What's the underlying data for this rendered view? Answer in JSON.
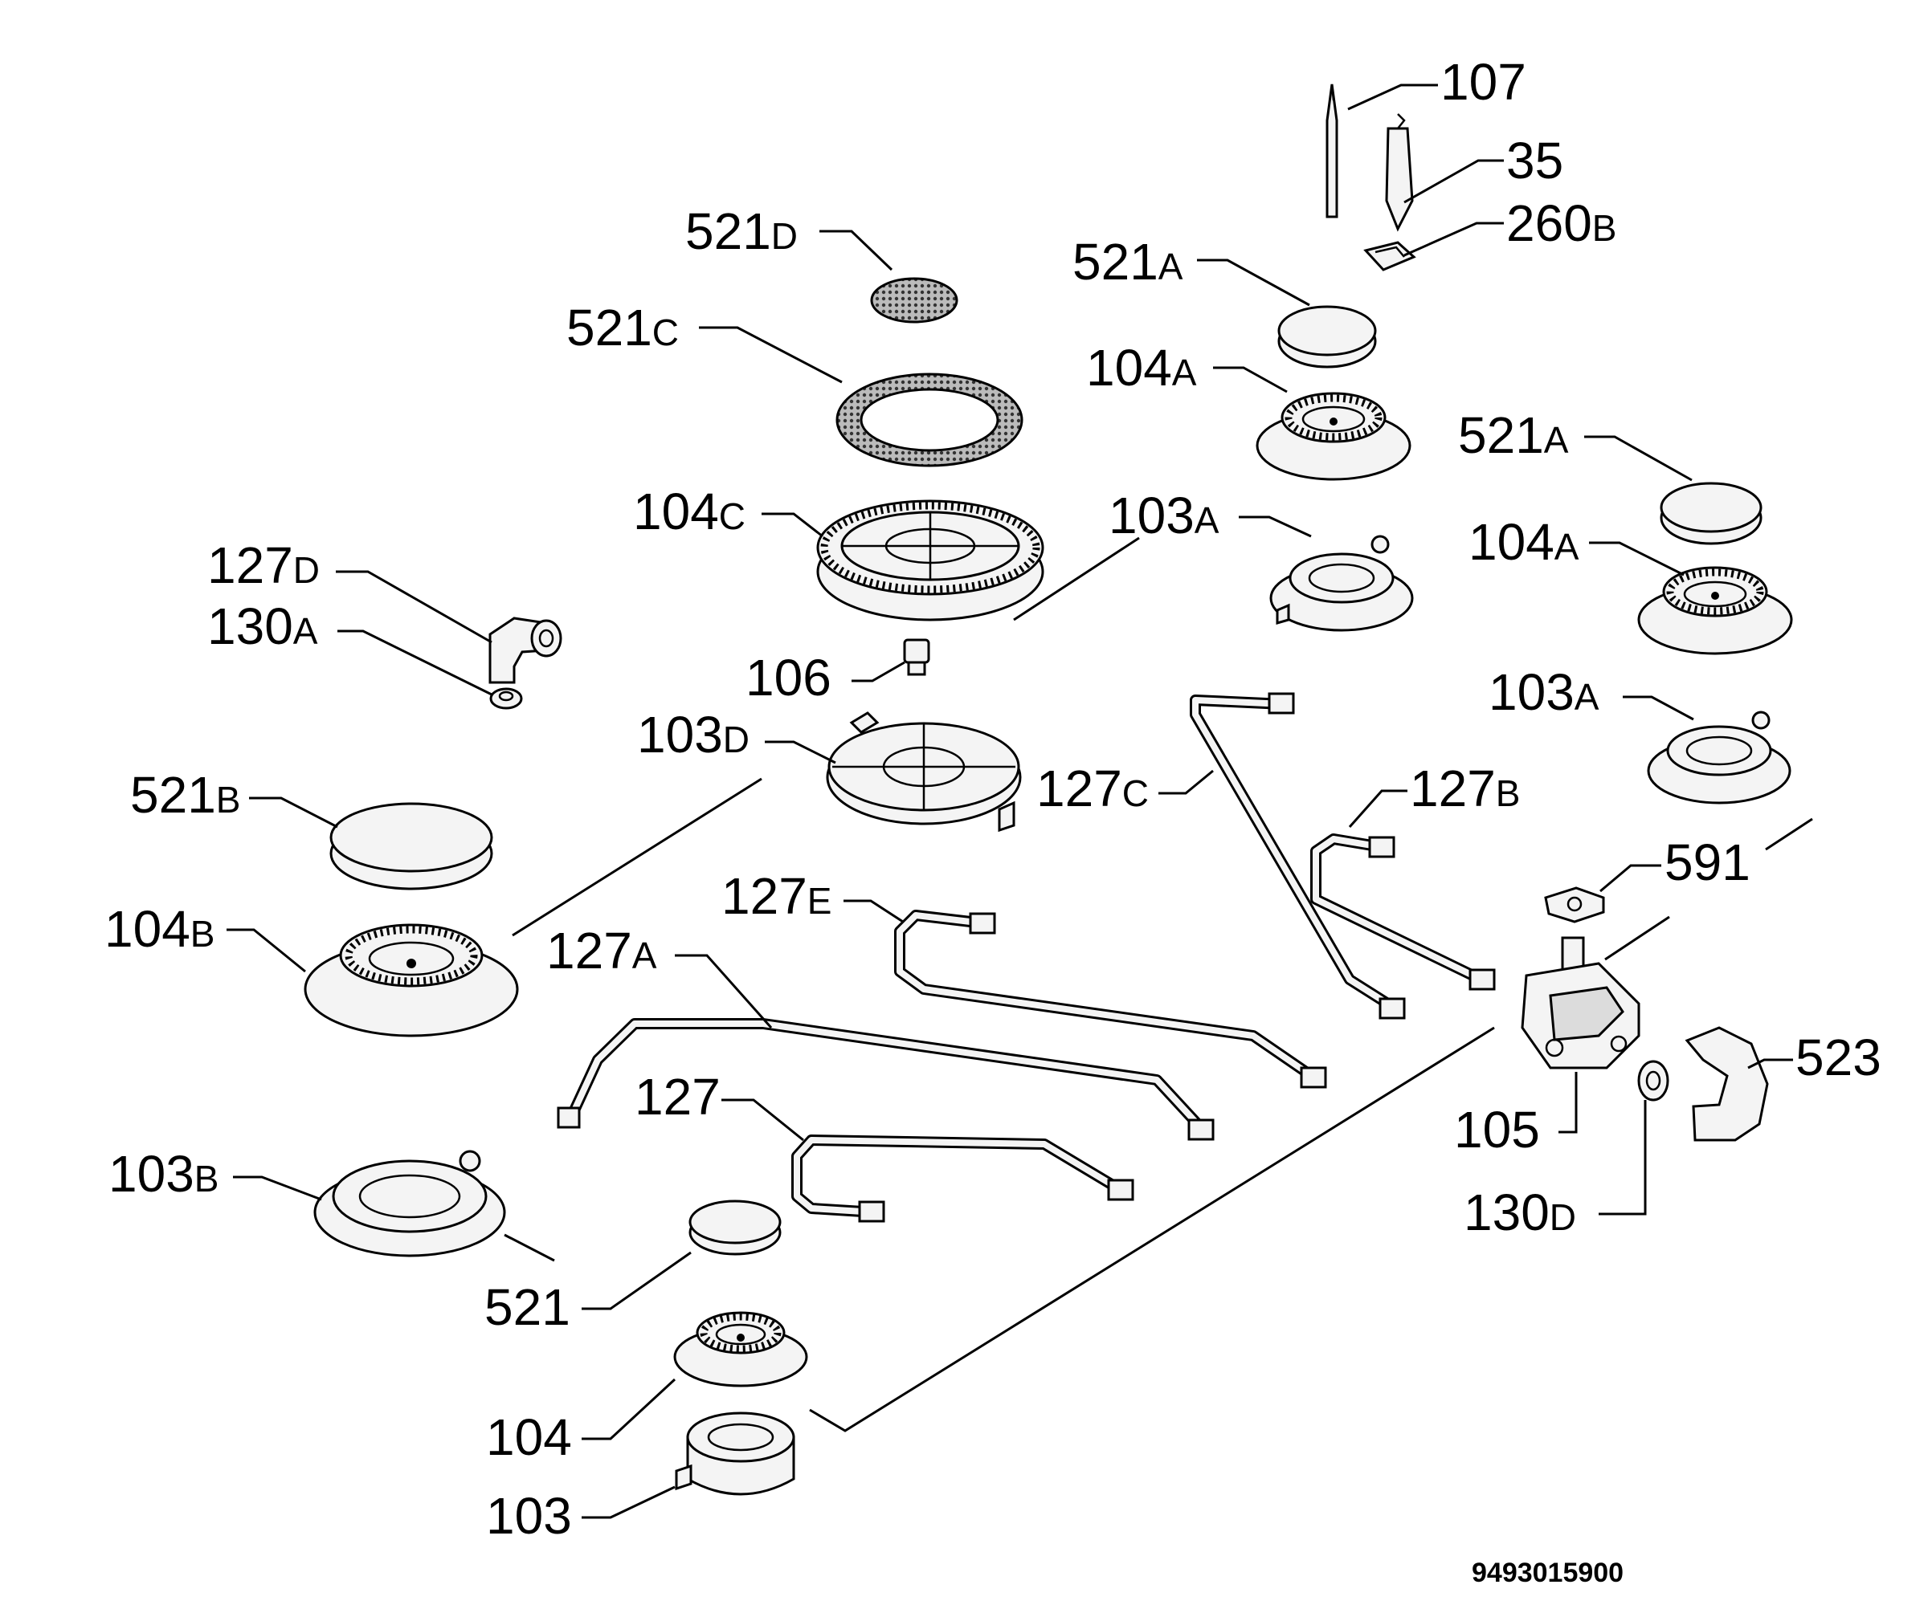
{
  "drawing_number": "9493015900",
  "labels": [
    {
      "id": "l107",
      "num": "107",
      "sfx": ""
    },
    {
      "id": "l35",
      "num": "35",
      "sfx": ""
    },
    {
      "id": "l260b",
      "num": "260",
      "sfx": "B"
    },
    {
      "id": "l521d",
      "num": "521",
      "sfx": "D"
    },
    {
      "id": "l521a1",
      "num": "521",
      "sfx": "A"
    },
    {
      "id": "l521c",
      "num": "521",
      "sfx": "C"
    },
    {
      "id": "l104a1",
      "num": "104",
      "sfx": "A"
    },
    {
      "id": "l521a2",
      "num": "521",
      "sfx": "A"
    },
    {
      "id": "l104c",
      "num": "104",
      "sfx": "C"
    },
    {
      "id": "l103a1",
      "num": "103",
      "sfx": "A"
    },
    {
      "id": "l104a2",
      "num": "104",
      "sfx": "A"
    },
    {
      "id": "l127d",
      "num": "127",
      "sfx": "D"
    },
    {
      "id": "l130a",
      "num": "130",
      "sfx": "A"
    },
    {
      "id": "l106",
      "num": "106",
      "sfx": ""
    },
    {
      "id": "l103a2",
      "num": "103",
      "sfx": "A"
    },
    {
      "id": "l103d",
      "num": "103",
      "sfx": "D"
    },
    {
      "id": "l127c",
      "num": "127",
      "sfx": "C"
    },
    {
      "id": "l127b",
      "num": "127",
      "sfx": "B"
    },
    {
      "id": "l521b",
      "num": "521",
      "sfx": "B"
    },
    {
      "id": "l591",
      "num": "591",
      "sfx": ""
    },
    {
      "id": "l127e",
      "num": "127",
      "sfx": "E"
    },
    {
      "id": "l104b",
      "num": "104",
      "sfx": "B"
    },
    {
      "id": "l127a",
      "num": "127",
      "sfx": "A"
    },
    {
      "id": "l523",
      "num": "523",
      "sfx": ""
    },
    {
      "id": "l127",
      "num": "127",
      "sfx": ""
    },
    {
      "id": "l105",
      "num": "105",
      "sfx": ""
    },
    {
      "id": "l103b",
      "num": "103",
      "sfx": "B"
    },
    {
      "id": "l130d",
      "num": "130",
      "sfx": "D"
    },
    {
      "id": "l521",
      "num": "521",
      "sfx": ""
    },
    {
      "id": "l104",
      "num": "104",
      "sfx": ""
    },
    {
      "id": "l103",
      "num": "103",
      "sfx": ""
    }
  ]
}
